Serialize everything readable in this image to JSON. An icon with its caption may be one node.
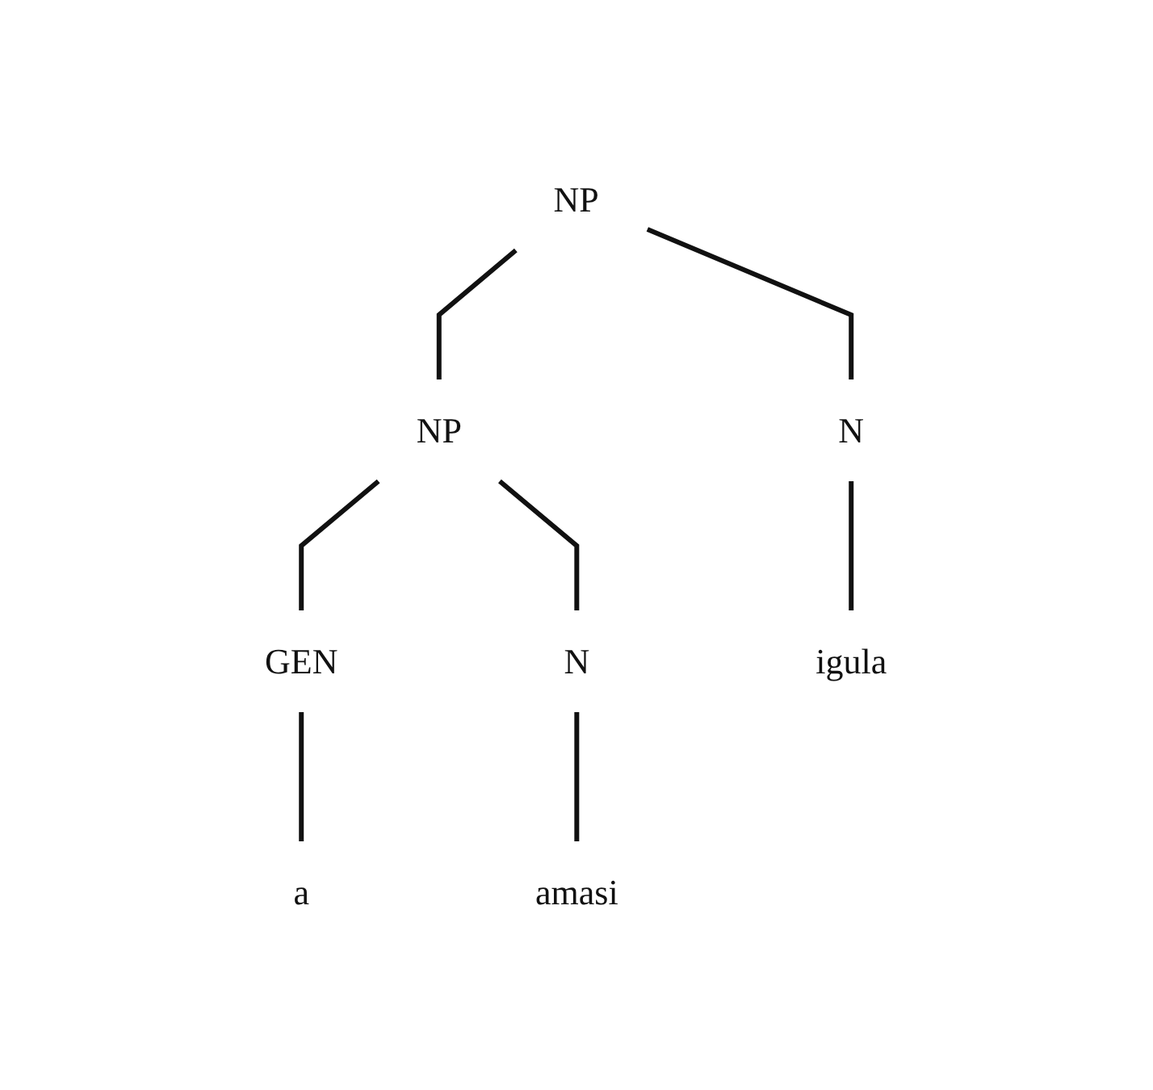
{
  "diagram": {
    "nodes": [
      {
        "text": [
          "NP"
        ]
      },
      {
        "text": [
          "N"
        ]
      },
      {
        "text": [
          "NP"
        ]
      },
      {
        "text": [
          "GEN"
        ]
      },
      {
        "text": [
          "N"
        ]
      },
      {
        "text": [
          "igula"
        ]
      },
      {
        "text": [
          "a"
        ]
      },
      {
        "text": [
          "amasi"
        ]
      }
    ],
    "edges": [
      {
        "from": 0,
        "to": 1,
        "arrow": "none"
      },
      {
        "from": 0,
        "to": 2,
        "arrow": "none"
      },
      {
        "from": 1,
        "to": 5,
        "arrow": "none"
      },
      {
        "from": 2,
        "to": 3,
        "arrow": "none"
      },
      {
        "from": 2,
        "to": 4,
        "arrow": "none"
      },
      {
        "from": 3,
        "to": 6,
        "arrow": "none"
      },
      {
        "from": 4,
        "to": 7,
        "arrow": "none"
      }
    ]
  }
}
